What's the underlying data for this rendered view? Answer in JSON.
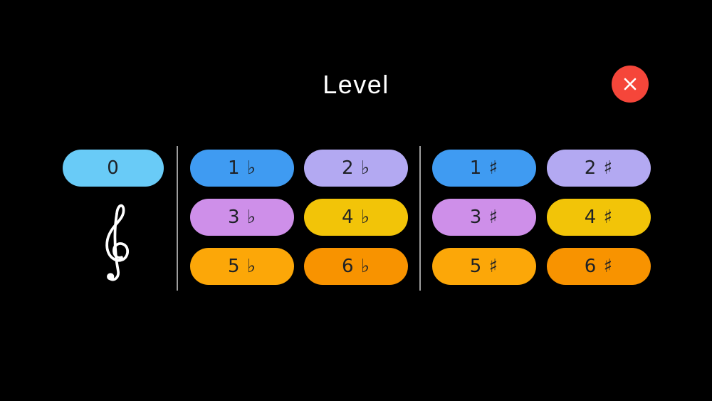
{
  "theme": {
    "bg": "#000000",
    "title_color": "#ffffff",
    "button_text": "#1e2126",
    "divider": "#9e9e9e",
    "clef_color": "#ffffff",
    "close_bg": "#f5463a",
    "close_icon_color": "#ffffff"
  },
  "header": {
    "title": "Level"
  },
  "close_button": {
    "icon": "x-icon"
  },
  "clef": {
    "icon": "treble-clef-icon"
  },
  "levels": {
    "base": {
      "label": "0",
      "color": "#69cbf7"
    },
    "flats": [
      {
        "label": "1 ♭",
        "color": "#3f9bf2"
      },
      {
        "label": "2 ♭",
        "color": "#b3a9f2"
      },
      {
        "label": "3 ♭",
        "color": "#ce8fe9"
      },
      {
        "label": "4 ♭",
        "color": "#f2c408"
      },
      {
        "label": "5 ♭",
        "color": "#fca708"
      },
      {
        "label": "6 ♭",
        "color": "#f89300"
      }
    ],
    "sharps": [
      {
        "label": "1 ♯",
        "color": "#3f9bf2"
      },
      {
        "label": "2 ♯",
        "color": "#b3a9f2"
      },
      {
        "label": "3 ♯",
        "color": "#ce8fe9"
      },
      {
        "label": "4 ♯",
        "color": "#f2c408"
      },
      {
        "label": "5 ♯",
        "color": "#fca708"
      },
      {
        "label": "6 ♯",
        "color": "#f89300"
      }
    ]
  }
}
